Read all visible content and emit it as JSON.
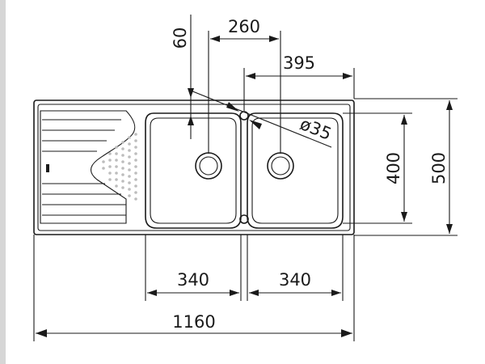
{
  "dimensions": {
    "overall_length": "1160",
    "bowl_width_left": "340",
    "bowl_width_right": "340",
    "bowl_depth": "400",
    "overall_depth": "500",
    "tap_hole_offset": "260",
    "tap_to_edge": "395",
    "tap_hole_diameter": "ø35",
    "tap_hole_setback": "60"
  },
  "colors": {
    "line": "#1a1a1a",
    "background": "#ffffff",
    "border_strip": "#d6d6d6"
  }
}
